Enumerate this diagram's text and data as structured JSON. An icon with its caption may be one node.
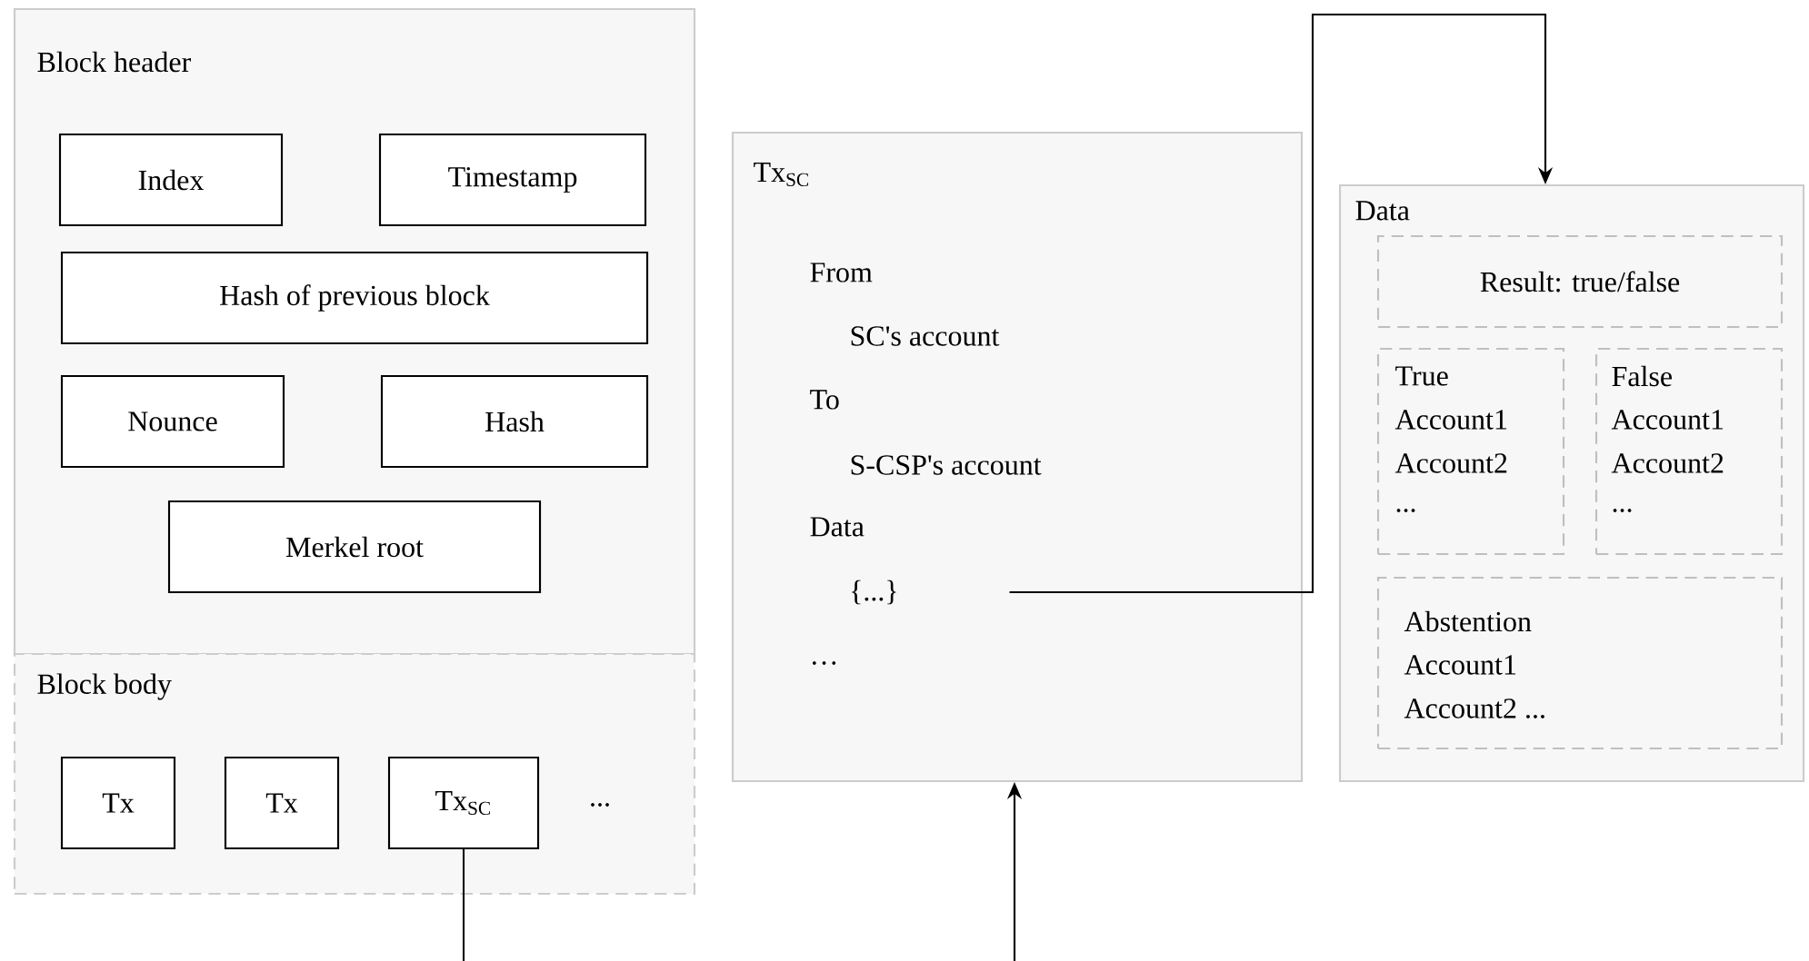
{
  "diagram": {
    "nodes": [
      {
        "text": [
          "Block header"
        ]
      },
      {
        "text": [
          "Index"
        ],
        "in": 0
      },
      {
        "text": [
          "Timestamp"
        ],
        "in": 0
      },
      {
        "text": [
          "Hash of previous block"
        ],
        "in": 0
      },
      {
        "text": [
          "Nounce"
        ],
        "in": 0
      },
      {
        "text": [
          "Hash"
        ],
        "in": 0
      },
      {
        "text": [
          "Merkel root"
        ],
        "in": 0
      },
      {
        "text": [
          "Block body"
        ]
      },
      {
        "text": [
          "Tx"
        ],
        "in": 7
      },
      {
        "text": [
          "Tx"
        ],
        "in": 7
      },
      {
        "text": [
          "Tx$_{SC}$"
        ],
        "in": 7
      },
      {
        "text": [
          "Tx$_{SC}$",
          "From",
          "SC's account",
          "To",
          "S-CSP's account",
          "Data",
          "…"
        ]
      },
      {
        "text": [
          "{...}"
        ],
        "in": 11
      },
      {
        "text": [
          "Data"
        ]
      },
      {
        "text": [
          "Result: true/false"
        ],
        "in": 13
      },
      {
        "text": [
          "True",
          "Account1",
          "Account2",
          "..."
        ],
        "in": 13
      },
      {
        "text": [
          "False",
          "Account1",
          "Account2",
          "..."
        ],
        "in": 13
      },
      {
        "text": [
          "Abstention",
          "Account1",
          "Account2 ..."
        ],
        "in": 13
      }
    ],
    "edges": [
      {
        "from": 10,
        "to": null,
        "arrow": "none"
      },
      {
        "from": null,
        "to": 11,
        "arrow": "to"
      },
      {
        "from": 12,
        "to": 13,
        "arrow": "to"
      }
    ],
    "labels": [
      "..."
    ]
  }
}
